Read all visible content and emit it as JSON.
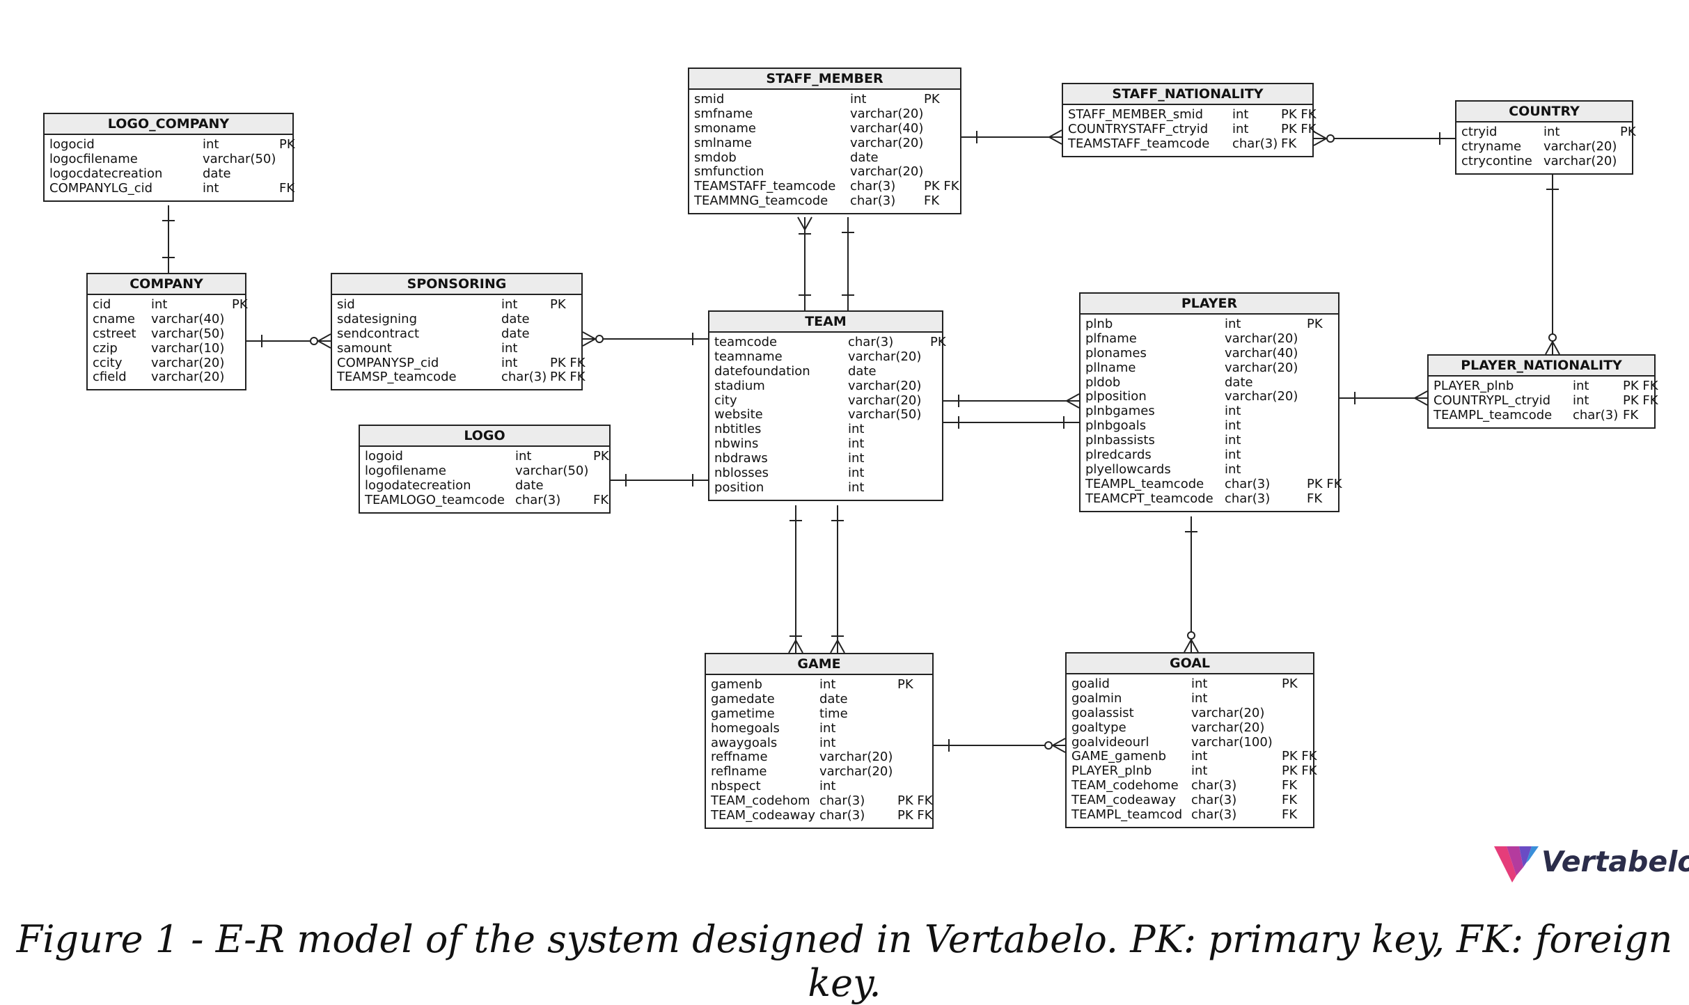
{
  "tables": {
    "logo_company": {
      "title": "LOGO_COMPANY",
      "columns": [
        {
          "name": "logocid",
          "type": "int",
          "key": "PK"
        },
        {
          "name": "logocfilename",
          "type": "varchar(50)",
          "key": ""
        },
        {
          "name": "logocdatecreation",
          "type": "date",
          "key": ""
        },
        {
          "name": "COMPANYLG_cid",
          "type": "int",
          "key": "FK"
        }
      ]
    },
    "company": {
      "title": "COMPANY",
      "columns": [
        {
          "name": "cid",
          "type": "int",
          "key": "PK"
        },
        {
          "name": "cname",
          "type": "varchar(40)",
          "key": ""
        },
        {
          "name": "cstreet",
          "type": "varchar(50)",
          "key": ""
        },
        {
          "name": "czip",
          "type": "varchar(10)",
          "key": ""
        },
        {
          "name": "ccity",
          "type": "varchar(20)",
          "key": ""
        },
        {
          "name": "cfield",
          "type": "varchar(20)",
          "key": ""
        }
      ]
    },
    "sponsoring": {
      "title": "SPONSORING",
      "columns": [
        {
          "name": "sid",
          "type": "int",
          "key": "PK"
        },
        {
          "name": "sdatesigning",
          "type": "date",
          "key": ""
        },
        {
          "name": "sendcontract",
          "type": "date",
          "key": ""
        },
        {
          "name": "samount",
          "type": "int",
          "key": ""
        },
        {
          "name": "COMPANYSP_cid",
          "type": "int",
          "key": "PK FK"
        },
        {
          "name": "TEAMSP_teamcode",
          "type": "char(3)",
          "key": "PK FK"
        }
      ]
    },
    "logo": {
      "title": "LOGO",
      "columns": [
        {
          "name": "logoid",
          "type": "int",
          "key": "PK"
        },
        {
          "name": "logofilename",
          "type": "varchar(50)",
          "key": ""
        },
        {
          "name": "logodatecreation",
          "type": "date",
          "key": ""
        },
        {
          "name": "TEAMLOGO_teamcode",
          "type": "char(3)",
          "key": "FK"
        }
      ]
    },
    "staff_member": {
      "title": "STAFF_MEMBER",
      "columns": [
        {
          "name": "smid",
          "type": "int",
          "key": "PK"
        },
        {
          "name": "smfname",
          "type": "varchar(20)",
          "key": ""
        },
        {
          "name": "smoname",
          "type": "varchar(40)",
          "key": ""
        },
        {
          "name": "smlname",
          "type": "varchar(20)",
          "key": ""
        },
        {
          "name": "smdob",
          "type": "date",
          "key": ""
        },
        {
          "name": "smfunction",
          "type": "varchar(20)",
          "key": ""
        },
        {
          "name": "TEAMSTAFF_teamcode",
          "type": "char(3)",
          "key": "PK FK"
        },
        {
          "name": "TEAMMNG_teamcode",
          "type": "char(3)",
          "key": "FK"
        }
      ]
    },
    "staff_nationality": {
      "title": "STAFF_NATIONALITY",
      "columns": [
        {
          "name": "STAFF_MEMBER_smid",
          "type": "int",
          "key": "PK FK"
        },
        {
          "name": "COUNTRYSTAFF_ctryid",
          "type": "int",
          "key": "PK FK"
        },
        {
          "name": "TEAMSTAFF_teamcode",
          "type": "char(3)",
          "key": "FK"
        }
      ]
    },
    "country": {
      "title": "COUNTRY",
      "columns": [
        {
          "name": "ctryid",
          "type": "int",
          "key": "PK"
        },
        {
          "name": "ctryname",
          "type": "varchar(20)",
          "key": ""
        },
        {
          "name": "ctrycontine",
          "type": "varchar(20)",
          "key": ""
        }
      ]
    },
    "team": {
      "title": "TEAM",
      "columns": [
        {
          "name": "teamcode",
          "type": "char(3)",
          "key": "PK"
        },
        {
          "name": "teamname",
          "type": "varchar(20)",
          "key": ""
        },
        {
          "name": "datefoundation",
          "type": "date",
          "key": ""
        },
        {
          "name": "stadium",
          "type": "varchar(20)",
          "key": ""
        },
        {
          "name": "city",
          "type": "varchar(20)",
          "key": ""
        },
        {
          "name": "website",
          "type": "varchar(50)",
          "key": ""
        },
        {
          "name": "nbtitles",
          "type": "int",
          "key": ""
        },
        {
          "name": "nbwins",
          "type": "int",
          "key": ""
        },
        {
          "name": "nbdraws",
          "type": "int",
          "key": ""
        },
        {
          "name": "nblosses",
          "type": "int",
          "key": ""
        },
        {
          "name": "position",
          "type": "int",
          "key": ""
        }
      ]
    },
    "player": {
      "title": "PLAYER",
      "columns": [
        {
          "name": "plnb",
          "type": "int",
          "key": "PK"
        },
        {
          "name": "plfname",
          "type": "varchar(20)",
          "key": ""
        },
        {
          "name": "plonames",
          "type": "varchar(40)",
          "key": ""
        },
        {
          "name": "pllname",
          "type": "varchar(20)",
          "key": ""
        },
        {
          "name": "pldob",
          "type": "date",
          "key": ""
        },
        {
          "name": "plposition",
          "type": "varchar(20)",
          "key": ""
        },
        {
          "name": "plnbgames",
          "type": "int",
          "key": ""
        },
        {
          "name": "plnbgoals",
          "type": "int",
          "key": ""
        },
        {
          "name": "plnbassists",
          "type": "int",
          "key": ""
        },
        {
          "name": "plredcards",
          "type": "int",
          "key": ""
        },
        {
          "name": "plyellowcards",
          "type": "int",
          "key": ""
        },
        {
          "name": "TEAMPL_teamcode",
          "type": "char(3)",
          "key": "PK FK"
        },
        {
          "name": "TEAMCPT_teamcode",
          "type": "char(3)",
          "key": "FK"
        }
      ]
    },
    "player_nationality": {
      "title": "PLAYER_NATIONALITY",
      "columns": [
        {
          "name": "PLAYER_plnb",
          "type": "int",
          "key": "PK FK"
        },
        {
          "name": "COUNTRYPL_ctryid",
          "type": "int",
          "key": "PK FK"
        },
        {
          "name": "TEAMPL_teamcode",
          "type": "char(3)",
          "key": "FK"
        }
      ]
    },
    "game": {
      "title": "GAME",
      "columns": [
        {
          "name": "gamenb",
          "type": "int",
          "key": "PK"
        },
        {
          "name": "gamedate",
          "type": "date",
          "key": ""
        },
        {
          "name": "gametime",
          "type": "time",
          "key": ""
        },
        {
          "name": "homegoals",
          "type": "int",
          "key": ""
        },
        {
          "name": "awaygoals",
          "type": "int",
          "key": ""
        },
        {
          "name": "reffname",
          "type": "varchar(20)",
          "key": ""
        },
        {
          "name": "reflname",
          "type": "varchar(20)",
          "key": ""
        },
        {
          "name": "nbspect",
          "type": "int",
          "key": ""
        },
        {
          "name": "TEAM_codehom",
          "type": "char(3)",
          "key": "PK FK"
        },
        {
          "name": "TEAM_codeaway",
          "type": "char(3)",
          "key": "PK FK"
        }
      ]
    },
    "goal": {
      "title": "GOAL",
      "columns": [
        {
          "name": "goalid",
          "type": "int",
          "key": "PK"
        },
        {
          "name": "goalmin",
          "type": "int",
          "key": ""
        },
        {
          "name": "goalassist",
          "type": "varchar(20)",
          "key": ""
        },
        {
          "name": "goaltype",
          "type": "varchar(20)",
          "key": ""
        },
        {
          "name": "goalvideourl",
          "type": "varchar(100)",
          "key": ""
        },
        {
          "name": "GAME_gamenb",
          "type": "int",
          "key": "PK FK"
        },
        {
          "name": "PLAYER_plnb",
          "type": "int",
          "key": "PK FK"
        },
        {
          "name": "TEAM_codehome",
          "type": "char(3)",
          "key": "FK"
        },
        {
          "name": "TEAM_codeaway",
          "type": "char(3)",
          "key": "FK"
        },
        {
          "name": "TEAMPL_teamcod",
          "type": "char(3)",
          "key": "FK"
        }
      ]
    }
  },
  "relationships": [
    {
      "from": "logo_company",
      "to": "company",
      "from_end": "one",
      "to_end": "one"
    },
    {
      "from": "company",
      "to": "sponsoring",
      "from_end": "one",
      "to_end": "zero-or-many"
    },
    {
      "from": "sponsoring",
      "to": "team",
      "from_end": "zero-or-many",
      "to_end": "one"
    },
    {
      "from": "logo",
      "to": "team",
      "from_end": "one",
      "to_end": "one"
    },
    {
      "from": "staff_member",
      "to": "team",
      "from_end": "many",
      "to_end": "one"
    },
    {
      "from": "staff_member",
      "to": "team",
      "from_end": "one",
      "to_end": "one"
    },
    {
      "from": "staff_member",
      "to": "staff_nationality",
      "from_end": "one",
      "to_end": "many"
    },
    {
      "from": "staff_nationality",
      "to": "country",
      "from_end": "zero-or-many",
      "to_end": "one"
    },
    {
      "from": "country",
      "to": "player_nationality",
      "from_end": "one",
      "to_end": "zero-or-many"
    },
    {
      "from": "team",
      "to": "player",
      "from_end": "one",
      "to_end": "many"
    },
    {
      "from": "team",
      "to": "player",
      "from_end": "one",
      "to_end": "one"
    },
    {
      "from": "player",
      "to": "player_nationality",
      "from_end": "one",
      "to_end": "many"
    },
    {
      "from": "team",
      "to": "game",
      "from_end": "one",
      "to_end": "many"
    },
    {
      "from": "team",
      "to": "game",
      "from_end": "one",
      "to_end": "many"
    },
    {
      "from": "player",
      "to": "goal",
      "from_end": "one",
      "to_end": "zero-or-many"
    },
    {
      "from": "game",
      "to": "goal",
      "from_end": "one",
      "to_end": "zero-or-many"
    }
  ],
  "brand": {
    "name": "Vertabelo",
    "icon": "vertabelo-logo-icon",
    "color": "#2b2d4a"
  },
  "caption": "Figure 1 - E-R model of the system designed in Vertabelo. PK: primary key, FK: foreign key."
}
